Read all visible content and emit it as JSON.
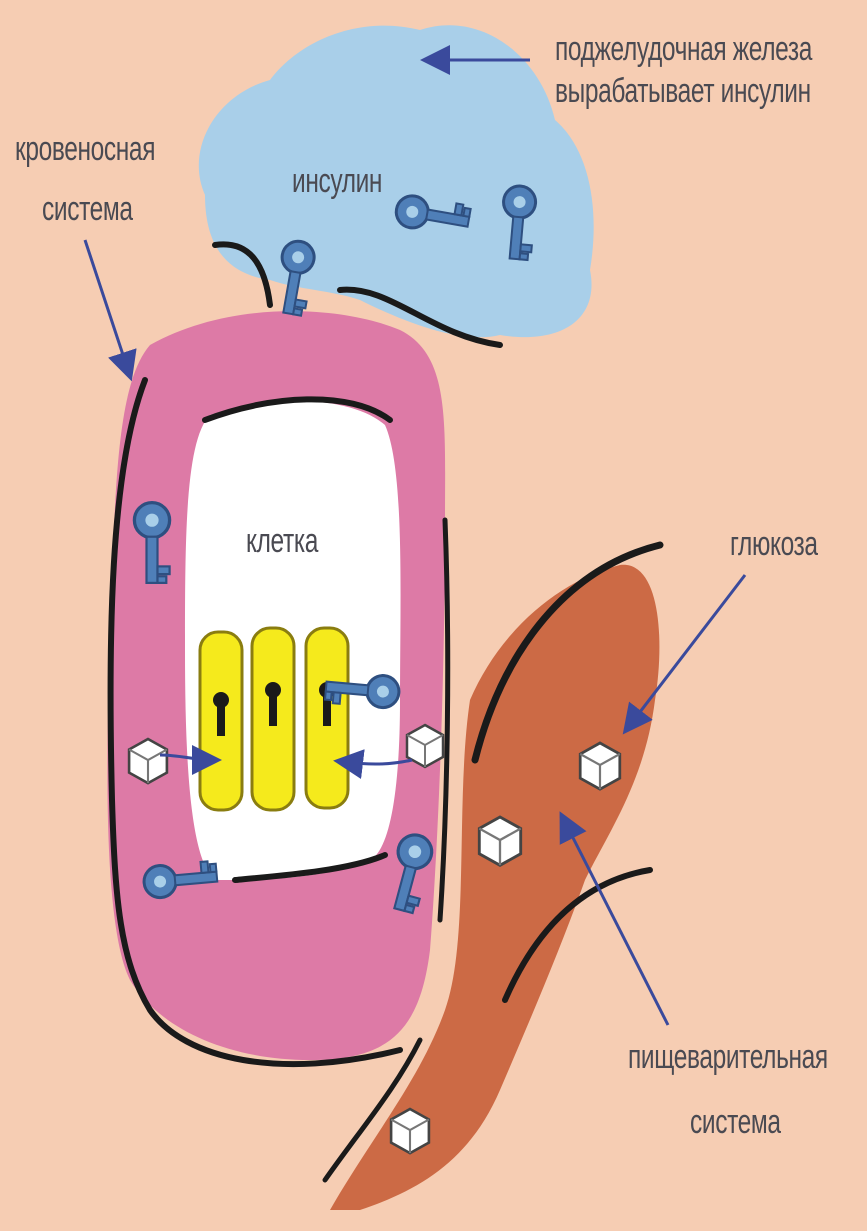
{
  "labels": {
    "pancreas_line1": "поджелудочная железа",
    "pancreas_line2": "вырабатывает инсулин",
    "blood_line1": "кровеносная",
    "blood_line2": "система",
    "insulin": "инсулин",
    "cell": "клетка",
    "glucose": "глюкоза",
    "digestive_line1": "пищеварительная",
    "digestive_line2": "система"
  },
  "colors": {
    "background": "#f6cdb3",
    "pancreas": "#a9cfe9",
    "blood_vessel": "#dd7aa6",
    "cell": "#ffffff",
    "digestive_tract": "#cc6a45",
    "insulin_key": "#4f7fb8",
    "lock": "#f5ea1c",
    "arrow": "#3a4a9c"
  },
  "icons": [
    "insulin-key-icon",
    "lock-icon",
    "glucose-cube-icon",
    "arrow-icon"
  ]
}
